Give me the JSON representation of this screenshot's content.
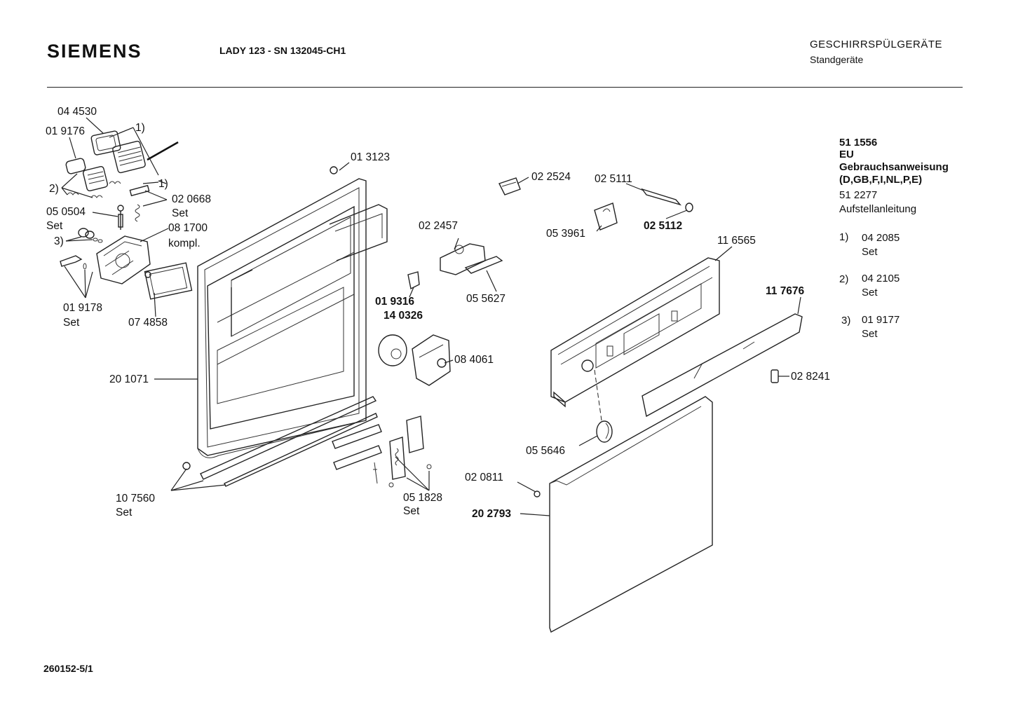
{
  "header": {
    "brand": "SIEMENS",
    "model": "LADY 123 - SN 132045-CH1",
    "category": "GESCHIRRSPÜLGERÄTE",
    "subcategory": "Standgeräte"
  },
  "footer": {
    "code": "260152-5/1"
  },
  "side_info": {
    "doc_number": "51 1556",
    "doc_region": "EU",
    "doc_title": "Gebrauchsanweisung",
    "doc_langs": "(D,GB,F,I,NL,P,E)",
    "install_number": "51 2277",
    "install_title": "Aufstellanleitung",
    "notes": [
      {
        "mark": "1)",
        "part": "04 2085",
        "set": "Set"
      },
      {
        "mark": "2)",
        "part": "04 2105",
        "set": "Set"
      },
      {
        "mark": "3)",
        "part": "01 9177",
        "set": "Set"
      }
    ]
  },
  "labels": {
    "p044530": "04 4530",
    "p019176": "01 9176",
    "m1a": "1)",
    "m1b": "1)",
    "m2": "2)",
    "m3": "3)",
    "p020668": "02 0668",
    "set020668": "Set",
    "p050504": "05 0504",
    "set050504": "Set",
    "p081700": "08 1700",
    "kompl": "kompl.",
    "p019178": "01 9178",
    "set019178": "Set",
    "p074858": "07 4858",
    "p013123": "01 3123",
    "p201071": "20 1071",
    "p107560": "10 7560",
    "set107560": "Set",
    "p022524": "02 2524",
    "p025111": "02 5111",
    "p025112": "02 5112",
    "p053961": "05 3961",
    "p022457": "02 2457",
    "p055627": "05 5627",
    "p019316": "01 9316",
    "p140326": "14 0326",
    "p084061": "08 4061",
    "p051828": "05 1828",
    "set051828": "Set",
    "p116565": "11 6565",
    "p117676": "11 7676",
    "p028241": "02 8241",
    "p055646": "05 5646",
    "p020811": "02 0811",
    "p202793": "20 2793"
  }
}
